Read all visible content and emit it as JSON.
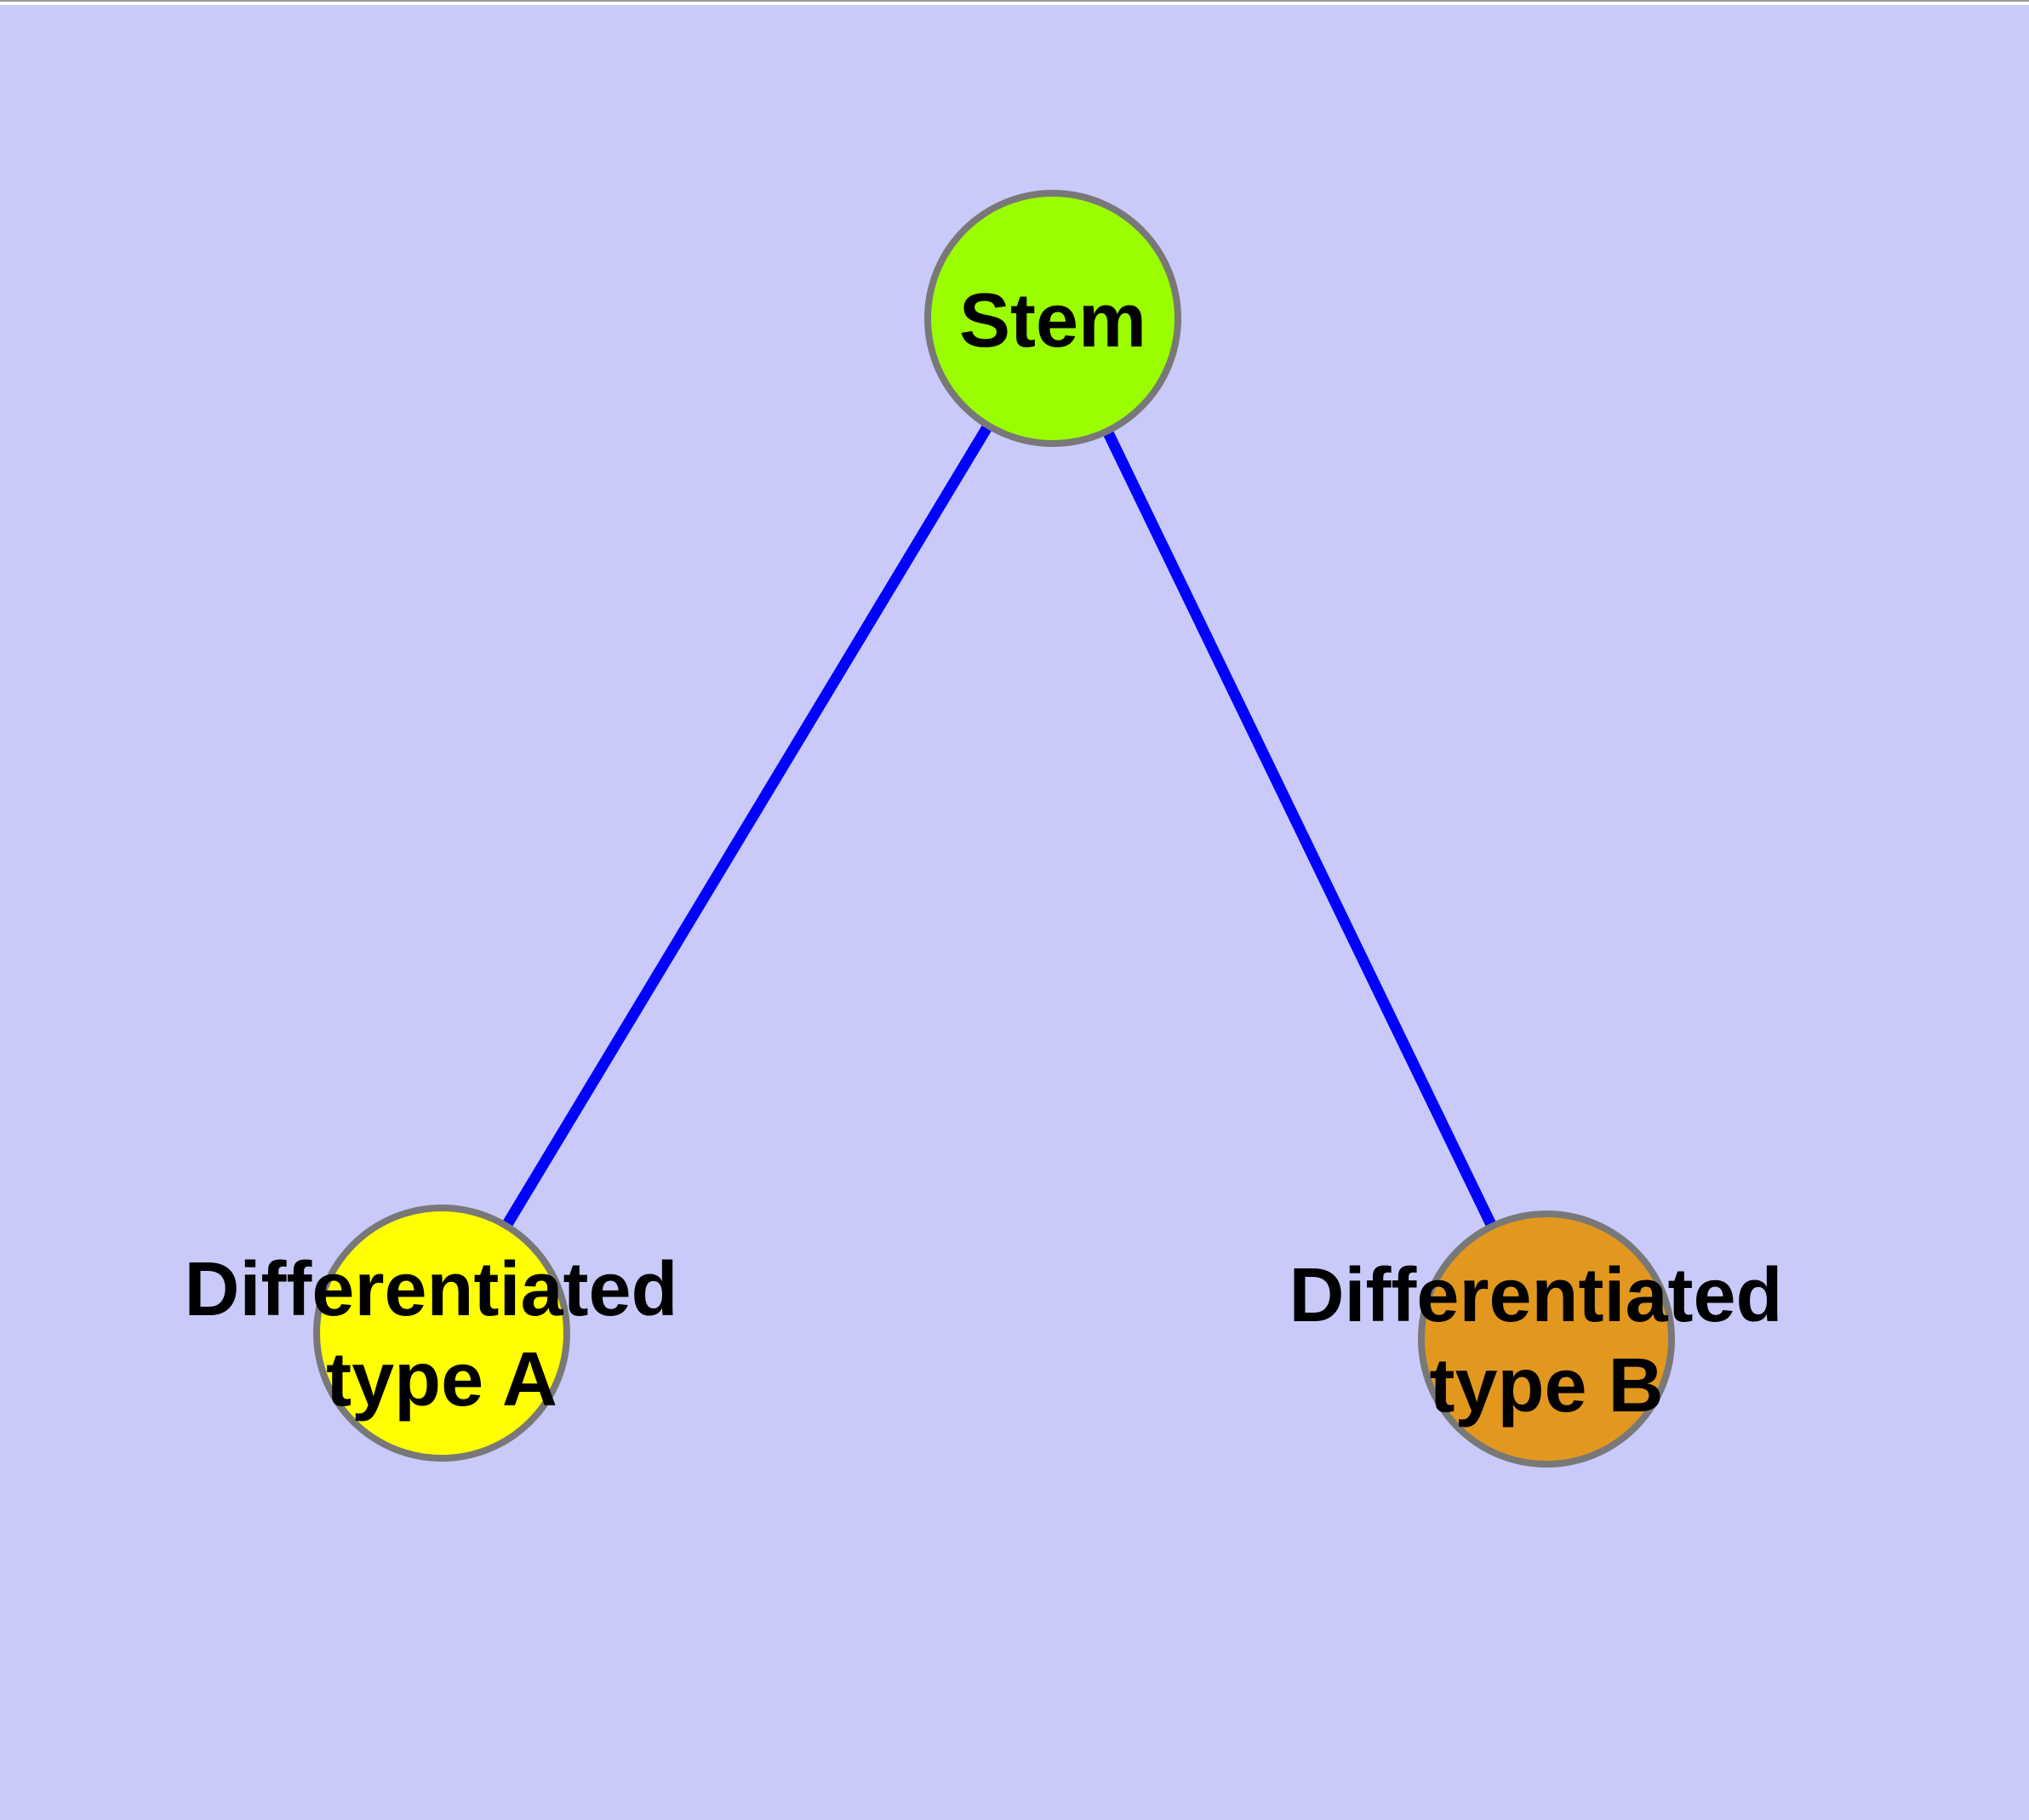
{
  "diagram": {
    "background_color": "#C9CAF9",
    "top_strip_color": "#FFFFFF",
    "top_edge_line_color": "#9B9B9B",
    "edge_color": "#0000FF",
    "node_border_color": "#787878",
    "label_color": "#000000",
    "nodes": {
      "stem": {
        "label": "Stem",
        "fill": "#9AFD00"
      },
      "type_a": {
        "label": "Differentiated type A",
        "line1": "Differentiated",
        "line2": "type A",
        "fill": "#FFFF00"
      },
      "type_b": {
        "label": "Differentiated type B",
        "line1": "Differentiated",
        "line2": "type B",
        "fill": "#E2981F"
      }
    },
    "edges": [
      {
        "from": "Stem",
        "to": "Differentiated type A"
      },
      {
        "from": "Stem",
        "to": "Differentiated type B"
      }
    ]
  }
}
